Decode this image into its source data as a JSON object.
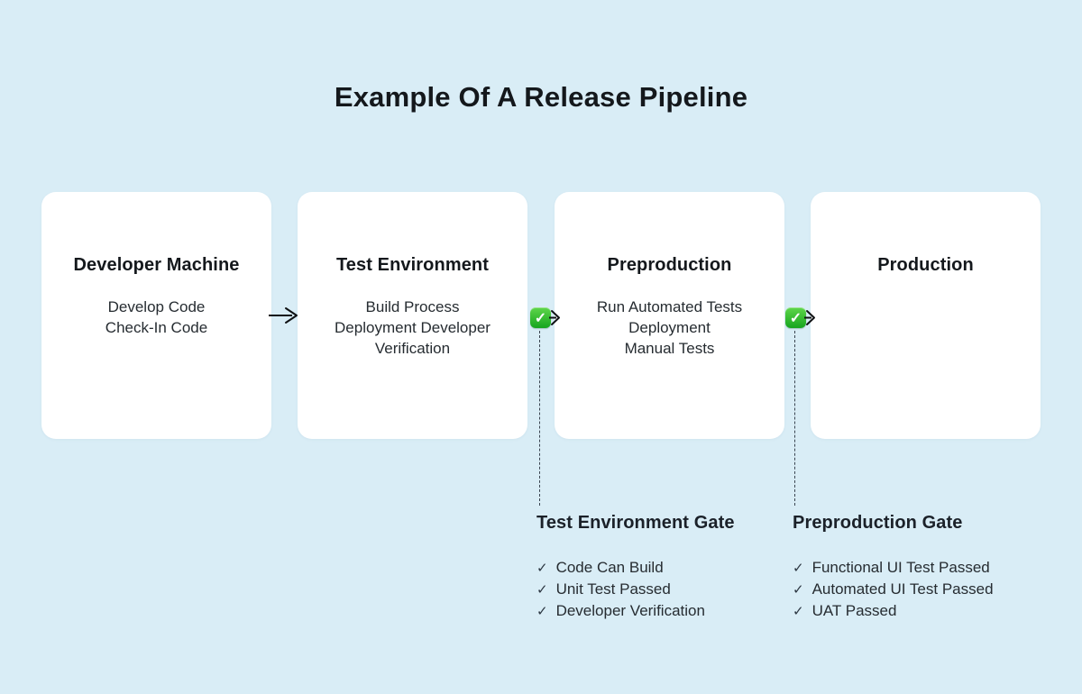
{
  "page": {
    "title": "Example Of A Release Pipeline"
  },
  "stages": [
    {
      "name": "Developer Machine",
      "tasks": [
        "Develop Code",
        "Check-In Code"
      ]
    },
    {
      "name": "Test Environment",
      "tasks": [
        "Build Process",
        "Deployment Developer",
        "Verification"
      ]
    },
    {
      "name": "Preproduction",
      "tasks": [
        "Run Automated Tests",
        "Deployment",
        "Manual Tests"
      ]
    },
    {
      "name": "Production",
      "tasks": []
    }
  ],
  "gates": [
    {
      "title": "Test Environment Gate",
      "items": [
        "Code Can Build",
        "Unit Test Passed",
        "Developer Verification"
      ]
    },
    {
      "title": "Preproduction Gate",
      "items": [
        "Functional UI Test Passed",
        "Automated UI Test Passed",
        "UAT Passed"
      ]
    }
  ],
  "glyphs": {
    "badge_check": "✓",
    "item_check": "✓"
  },
  "colors": {
    "background": "#d9edf6",
    "card": "#ffffff",
    "title_text": "#14181c",
    "heading_text": "#1b2129",
    "body_text": "#262c31",
    "arrow": "#101214",
    "dashed_line": "#3a4450",
    "badge_green_top": "#5fd64b",
    "badge_green_bottom": "#16a51e",
    "badge_check_color": "#ffffff",
    "item_check_color": "#2c3742"
  }
}
